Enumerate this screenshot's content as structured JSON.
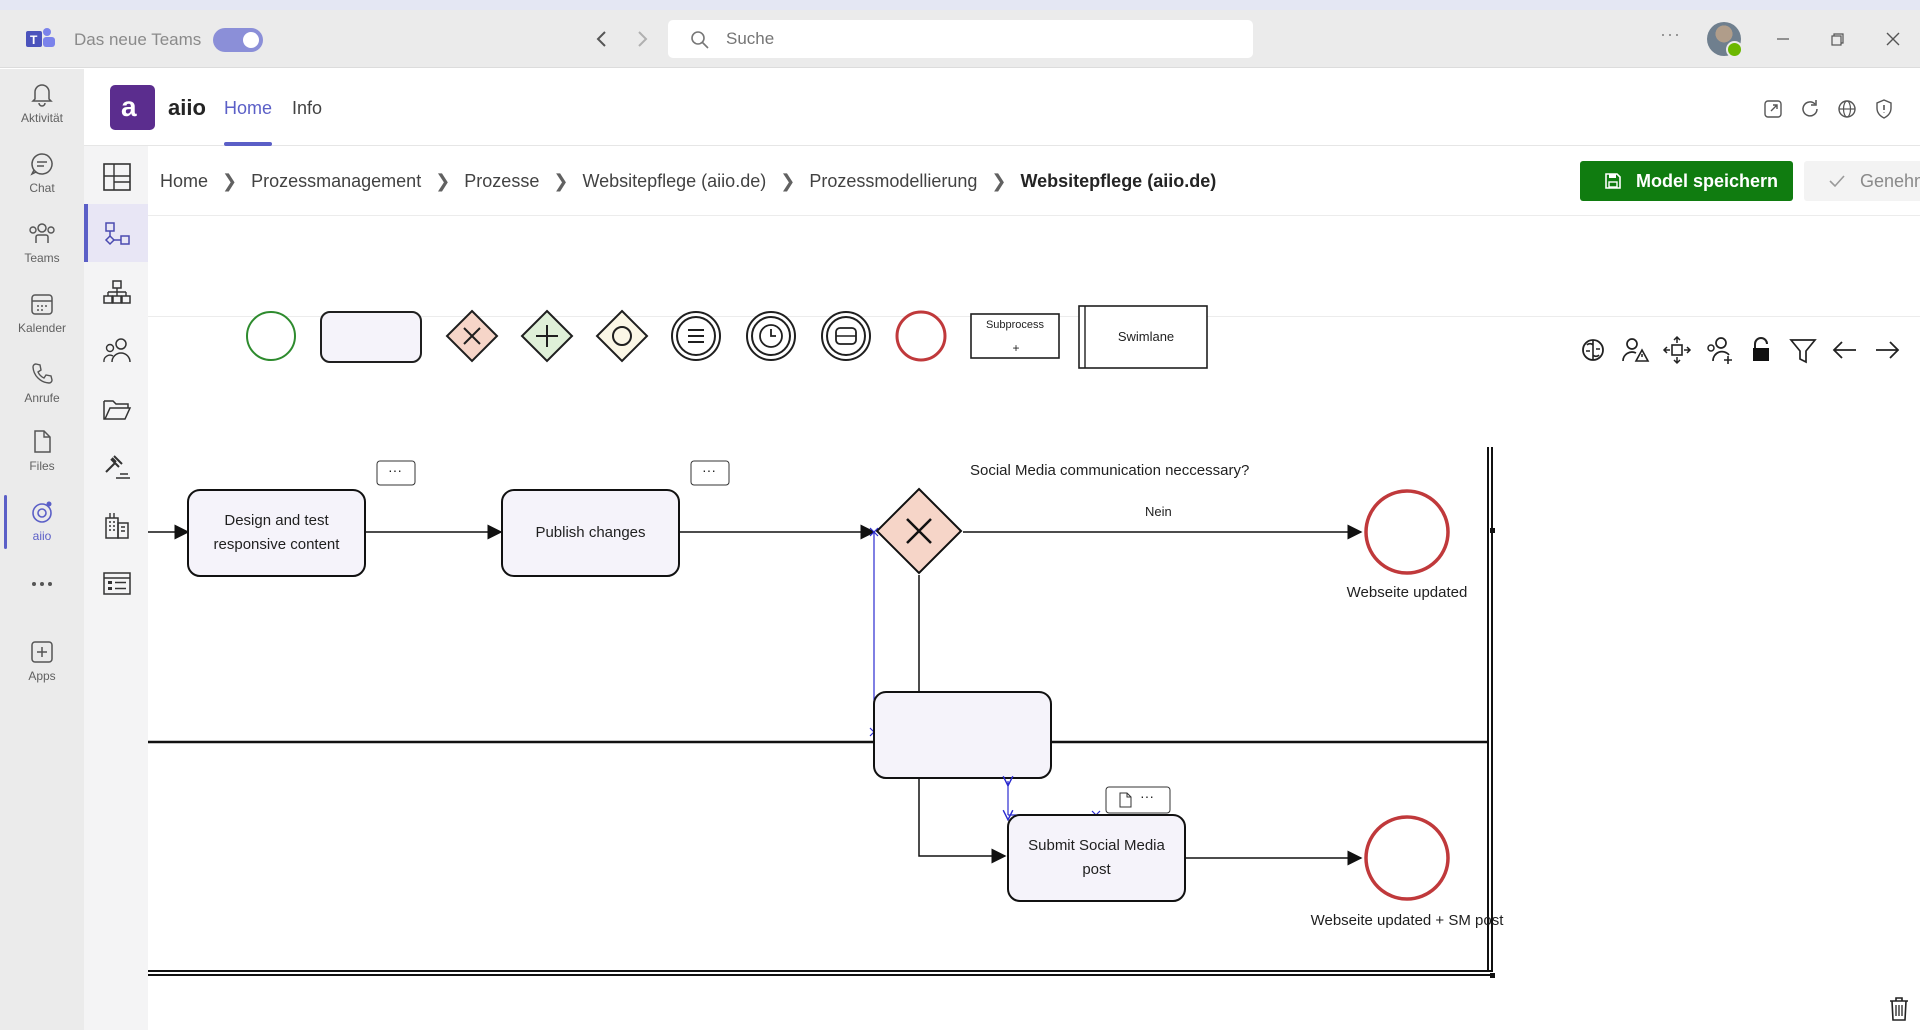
{
  "titlebar": {
    "new_teams_label": "Das neue Teams",
    "search_placeholder": "Suche",
    "more": "···"
  },
  "rail": {
    "items": [
      {
        "label": "Aktivität",
        "icon": "bell-icon"
      },
      {
        "label": "Chat",
        "icon": "chat-icon"
      },
      {
        "label": "Teams",
        "icon": "teams-icon"
      },
      {
        "label": "Kalender",
        "icon": "calendar-icon"
      },
      {
        "label": "Anrufe",
        "icon": "phone-icon"
      },
      {
        "label": "Files",
        "icon": "file-icon"
      },
      {
        "label": "aiio",
        "icon": "aiio-icon",
        "active": true
      },
      {
        "label": "",
        "icon": "more-icon"
      },
      {
        "label": "Apps",
        "icon": "apps-icon"
      }
    ]
  },
  "app": {
    "name": "aiio",
    "logo_letter": "a",
    "tabs": [
      {
        "label": "Home",
        "active": true
      },
      {
        "label": "Info",
        "active": false
      }
    ]
  },
  "breadcrumb": [
    "Home",
    "Prozessmanagement",
    "Prozesse",
    "Websitepflege (aiio.de)",
    "Prozessmodellierung",
    "Websitepflege (aiio.de)"
  ],
  "actions": {
    "save_label": "Model speichern",
    "approve_label": "Genehmigen"
  },
  "palette": {
    "subprocess_label": "Subprocess",
    "subprocess_plus": "+",
    "swimlane_label": "Swimlane"
  },
  "diagram": {
    "task1": "Design and test responsive content",
    "task2": "Publish changes",
    "task3": "",
    "task4": "Submit Social Media post",
    "gateway_question": "Social Media communication neccessary?",
    "flow_no": "Nein",
    "end1": "Webseite updated",
    "end2": "Webseite updated + SM post",
    "more_dots": "···"
  },
  "colors": {
    "teams_purple": "#5b5fc7",
    "save_green": "#107c10",
    "end_event_red": "#c0393b",
    "start_event_green": "#2e8b2e",
    "gateway_fill": "#f6d5c8",
    "task_fill": "#f5f3fa"
  }
}
